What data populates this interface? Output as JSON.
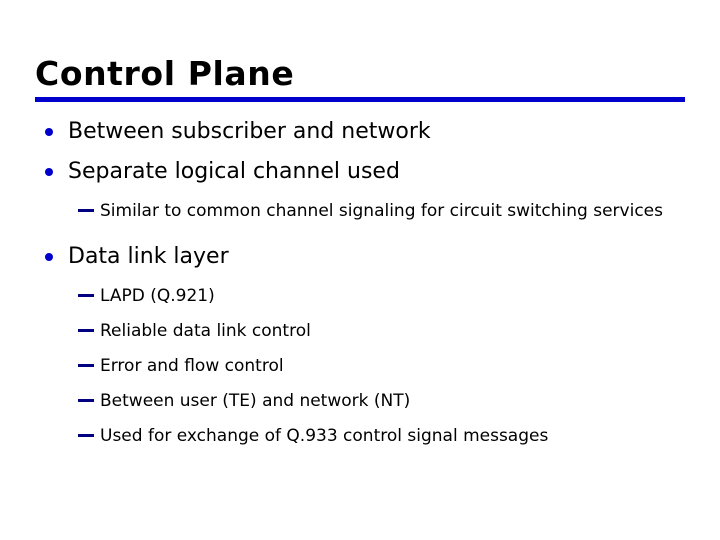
{
  "slide": {
    "title": "Control Plane",
    "accent_color": "#0000cc",
    "dash_color": "#000080",
    "text_color": "#000000",
    "background_color": "#ffffff",
    "bullets": [
      {
        "level": 1,
        "marker": "disc",
        "text": "Between subscriber and network"
      },
      {
        "level": 1,
        "marker": "disc",
        "text": "Separate logical channel used"
      },
      {
        "level": 2,
        "marker": "em-dash",
        "text": "Similar to common channel signaling for circuit switching services"
      },
      {
        "level": 1,
        "marker": "disc",
        "text": "Data link layer"
      },
      {
        "level": 2,
        "marker": "em-dash",
        "text": "LAPD (Q.921)"
      },
      {
        "level": 2,
        "marker": "em-dash",
        "text": "Reliable data link control"
      },
      {
        "level": 2,
        "marker": "em-dash",
        "text": "Error and flow control"
      },
      {
        "level": 2,
        "marker": "em-dash",
        "text": "Between user (TE) and network (NT)"
      },
      {
        "level": 2,
        "marker": "em-dash",
        "text": "Used for exchange of Q.933 control signal messages"
      }
    ]
  }
}
